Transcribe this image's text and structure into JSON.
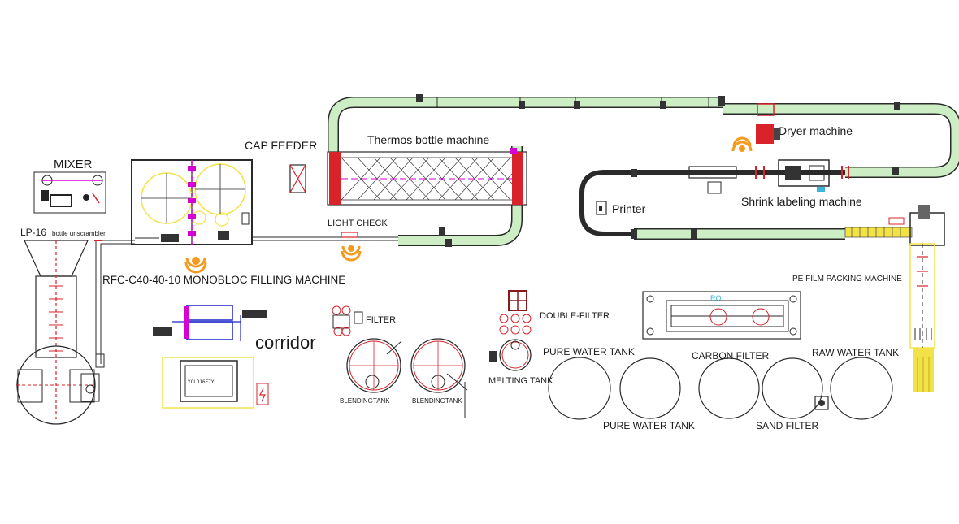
{
  "labels": {
    "mixer": "MIXER",
    "unscrambler_model": "LP-16",
    "unscrambler_name": "bottle unscrambler",
    "cap_feeder": "CAP FEEDER",
    "thermos": "Thermos bottle machine",
    "dryer": "Dryer machine",
    "printer": "Printer",
    "shrink": "Shrink labeling machine",
    "light_check": "LIGHT CHECK",
    "filling": "RFC-C40-40-10 MONOBLOC FILLING MACHINE",
    "pe_film": "PE FILM PACKING MACHINE",
    "corridor": "corridor",
    "filter": "FILTER",
    "double_filter": "DOUBLE-FILTER",
    "melting_tank": "MELTING TANK",
    "blending_tank": "BLENDINGTANK",
    "blending_tank_2": "BLENDINGTANK",
    "pure_water_tank_top": "PURE WATER TANK",
    "pure_water_tank_bottom": "PURE WATER TANK",
    "carbon_filter": "CARBON FILTER",
    "sand_filter": "SAND FILTER",
    "raw_water_tank": "RAW WATER TANK",
    "ro": "RO",
    "panel_code": "YCLD16F7Y"
  },
  "colors": {
    "line": "#2a2a2a",
    "conveyor": "#cdeec4",
    "accent_red": "#d8232a",
    "magenta": "#d400d4",
    "yellow": "#f2e24a",
    "orange": "#f39a1f",
    "blue": "#1c25c7",
    "cyan": "#3bb6d8"
  }
}
